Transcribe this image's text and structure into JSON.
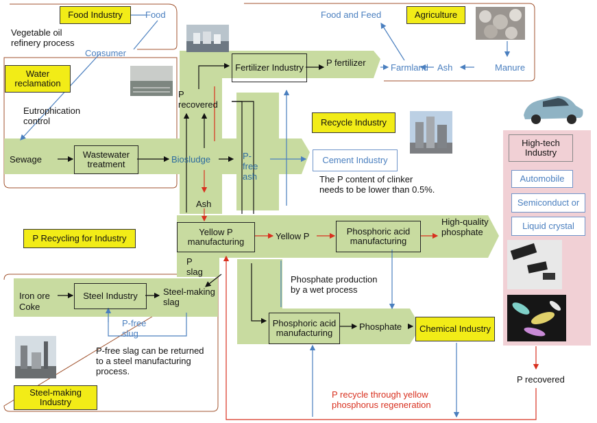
{
  "industries": {
    "food": "Food Industry",
    "agriculture": "Agriculture",
    "water": "Water reclamation",
    "recycle": "Recycle Industry",
    "p_recycling": "P Recycling for Industry",
    "hightech": "High-tech Industry",
    "chemical": "Chemical Industry",
    "steelmaking": "Steel-making Industry"
  },
  "nodes": {
    "food": "Food",
    "food_feed": "Food and Feed",
    "consumer": "Consumer",
    "veg_oil": "Vegetable oil refinery process",
    "eutro": "Eutrophication control",
    "sewage": "Sewage",
    "wastewater": "Wastewater treatment",
    "bioslude": "Biosludge",
    "p_recovered_top": "P recovered",
    "fertilizer_industry": "Fertilizer Industry",
    "p_fertilizer": "P fertilizer",
    "farmland": "Farmland",
    "ash_agri": "Ash",
    "manure": "Manure",
    "pfree_ash": "P-free ash",
    "cement": "Cement Industry",
    "clinker_note": "The P content of clinker needs to be lower than 0.5%.",
    "ash": "Ash",
    "yellowp_mfg": "Yellow P manufacturing",
    "yellowp": "Yellow P",
    "phosphoric_acid_1": "Phosphoric acid manufacturing",
    "hq_phosphate": "High-quality phosphate",
    "p_slag": "P slag",
    "iron_ore": "Iron ore",
    "coke": "Coke",
    "steel_industry": "Steel Industry",
    "steelmaking_slag": "Steel-making slag",
    "pfree_slag": "P-free slug",
    "slag_note": "P-free slag can be returned to a steel manufacturing process.",
    "wet_process": "Phosphate production by a wet process",
    "phosphoric_acid_2": "Phosphoric acid manufacturing",
    "phosphate": "Phosphate",
    "automobile": "Automobile",
    "semiconductor": "Semiconduct or",
    "liquid_crystal": "Liquid crystal",
    "p_recovered_right": "P recovered",
    "p_recycle_note": "P recycle through yellow phosphorus regeneration"
  },
  "photos": {
    "factory_top": "factory-photo",
    "plant_left": "treatment-plant-photo",
    "rocks": "rocks-photo",
    "silos": "cement-silos-photo",
    "car": "car-photo",
    "chips": "chips-photo",
    "lcd": "liquid-crystal-photo",
    "steel_plant": "steel-plant-photo"
  },
  "colors": {
    "band": "#c8dba0",
    "industry_box": "#f2ec17",
    "hightech_panel": "#f1d0d5",
    "blue_flow": "#4a7fbf",
    "red_flow": "#d8301f",
    "region_border": "#a0522d"
  }
}
